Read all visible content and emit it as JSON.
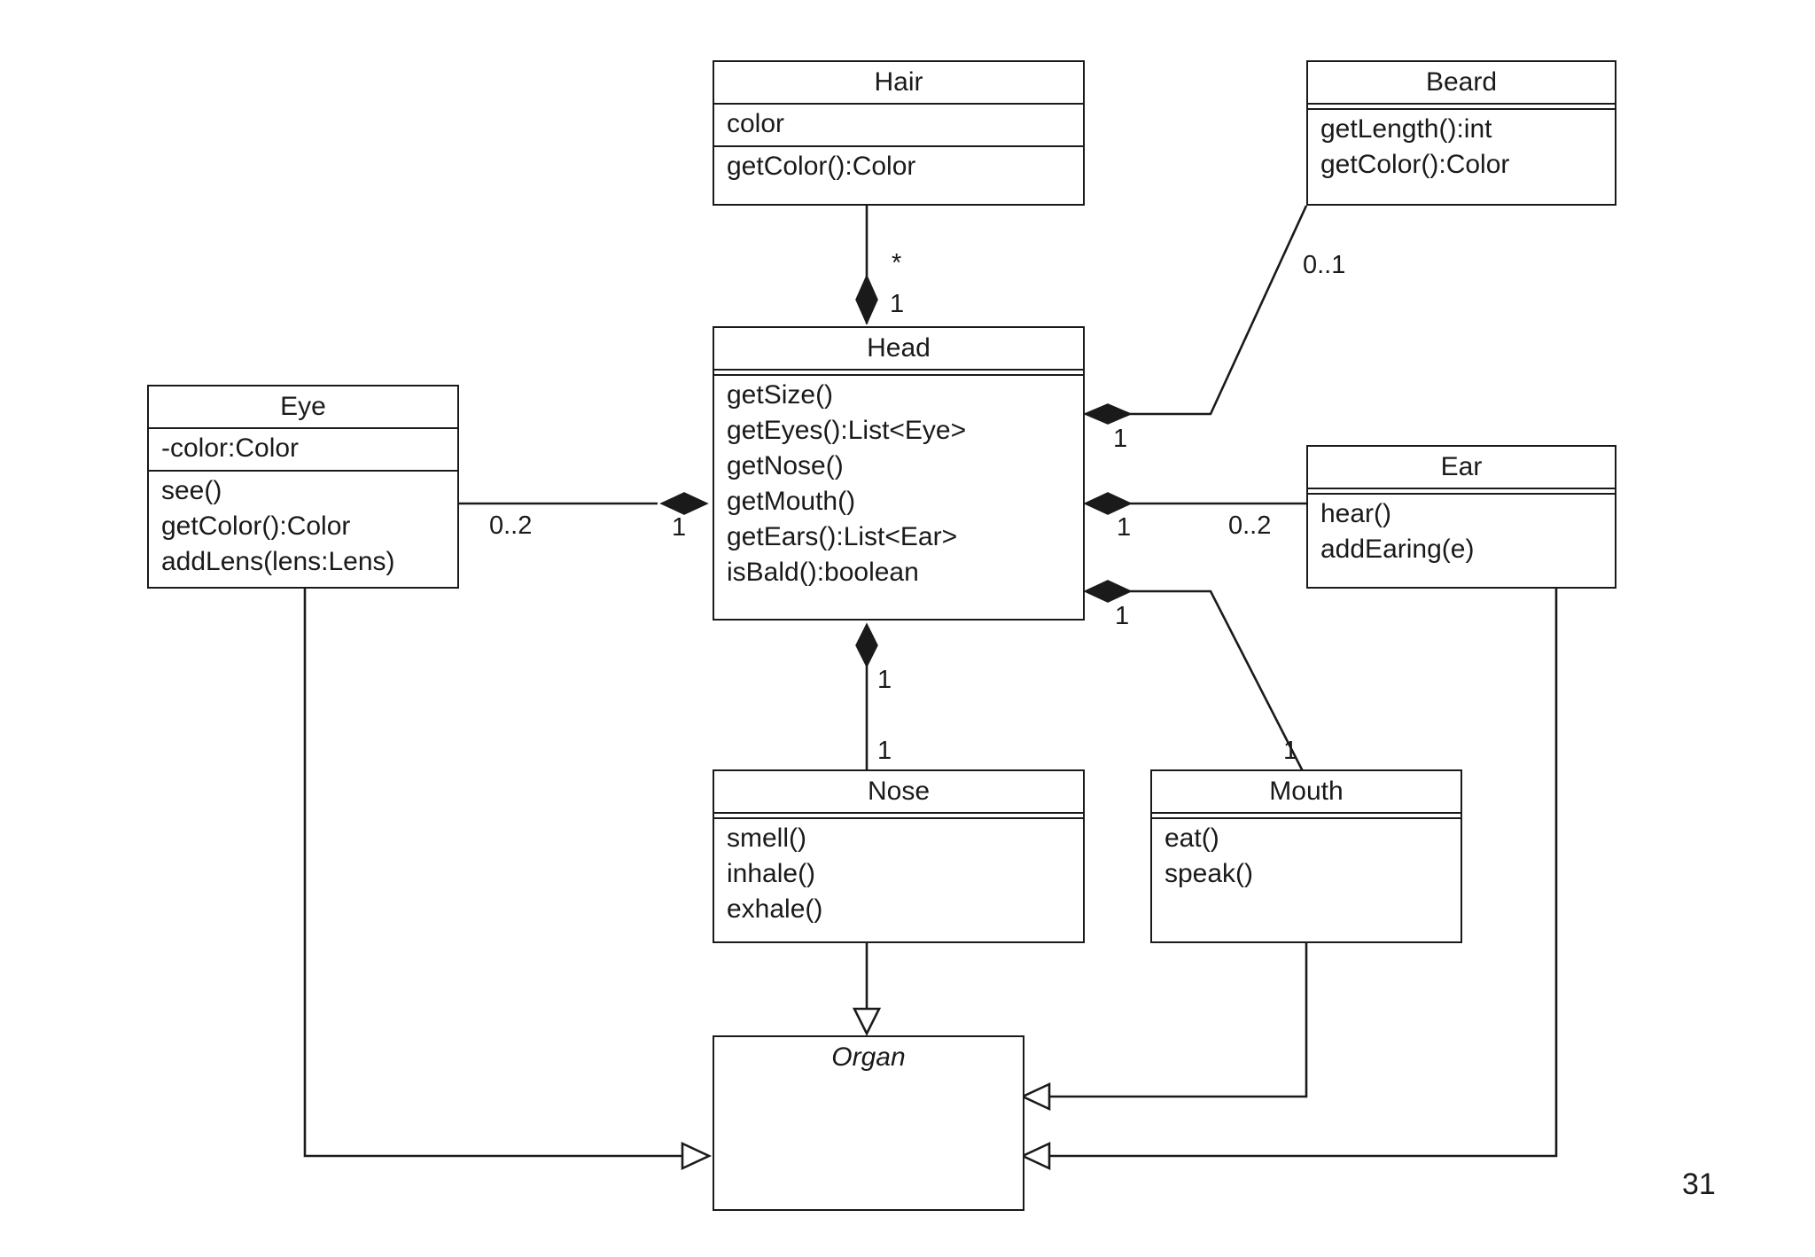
{
  "classes": {
    "hair": {
      "name": "Hair",
      "attributes": [
        "color"
      ],
      "operations": [
        "getColor():Color"
      ]
    },
    "beard": {
      "name": "Beard",
      "attributes": [],
      "operations": [
        "getLength():int",
        "getColor():Color"
      ]
    },
    "head": {
      "name": "Head",
      "attributes": [],
      "operations": [
        "getSize()",
        "getEyes():List<Eye>",
        "getNose()",
        "getMouth()",
        "getEars():List<Ear>",
        "isBald():boolean"
      ]
    },
    "eye": {
      "name": "Eye",
      "attributes": [
        "-color:Color"
      ],
      "operations": [
        "see()",
        "getColor():Color",
        "addLens(lens:Lens)"
      ]
    },
    "ear": {
      "name": "Ear",
      "attributes": [],
      "operations": [
        "hear()",
        "addEaring(e)"
      ]
    },
    "nose": {
      "name": "Nose",
      "attributes": [],
      "operations": [
        "smell()",
        "inhale()",
        "exhale()"
      ]
    },
    "mouth": {
      "name": "Mouth",
      "attributes": [],
      "operations": [
        "eat()",
        "speak()"
      ]
    },
    "organ": {
      "name": "Organ",
      "abstract": true,
      "attributes": [],
      "operations": []
    }
  },
  "multiplicities": {
    "hair_part": "*",
    "hair_whole": "1",
    "beard_part": "0..1",
    "beard_whole": "1",
    "eye_part": "0..2",
    "eye_whole": "1",
    "ear_part": "0..2",
    "ear_whole": "1",
    "mouth_whole": "1",
    "mouth_part": "1",
    "nose_whole": "1",
    "nose_part": "1"
  },
  "page_number": "31"
}
